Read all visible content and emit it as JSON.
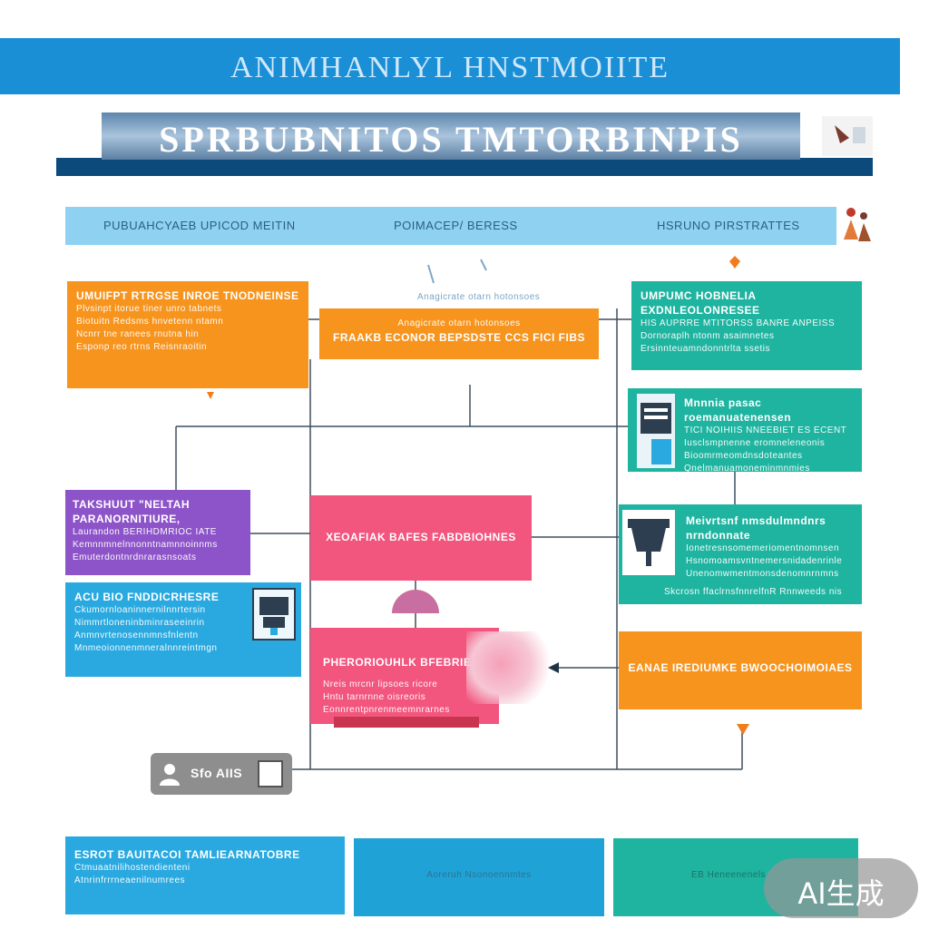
{
  "header": {
    "title": "ANIMHANLYL HNSTMOIITE",
    "subtitle": "SPRBUBNITOS TMTORBINPIS"
  },
  "strip": {
    "left": "PUBUAHCYAEB UPICOD MEITIN",
    "center": "POIMACEP/ BERESS",
    "right": "HSRUNO PIRSTRATTES"
  },
  "boxes": {
    "orange_left": {
      "heading": "UMUIFPT RTRGSE INROE TNODNEINSE",
      "lines": [
        "Plvsinpt itorue tiner unro tabnets",
        "Biotuitn Redsms hnvetenn ntamn",
        "Ncnrr tne ranees rnutna hin",
        "Esponp reo rtrns Reisnraoitin"
      ]
    },
    "orange_center": {
      "heading": "Anagicrate otarn hotonsoes",
      "line": "FRAAKB ECONOR BEPSDSTE CCS FICI FIBS"
    },
    "teal_1": {
      "heading": "UMPUMC HOBNELIA EXDNLEOLONRESEE",
      "lines": [
        "HIS AUPRRE MTITORSS BANRE ANPEISS",
        "Dornoraplh ntonm asaimnetes",
        "Ersinnteuamndonntrlta ssetis"
      ]
    },
    "teal_2": {
      "heading": "Mnnnia pasac roemanuatenensen",
      "lines": [
        "TICI NOIHIIS NNEEBIET ES ECENT",
        "Iusclsmpnenne eromneleneonis",
        "Bioomrmeomdnsdoteantes",
        "Qnelmanuamoneminmnmies"
      ]
    },
    "teal_3": {
      "heading": "Meivrtsnf nmsdulmndnrs nrndonnate",
      "lines": [
        "Ionetresnsomemeriomentnomnsen",
        "Hsnomoamsvntnemersnidadenrinle",
        "Unenomwmentmonsdenomnrnmns"
      ],
      "footer": "Skcrosn ffaclrnsfnnrelfnR Rnnweeds nis"
    },
    "purple": {
      "heading": "TAKSHUUT \"NELTAH PARANORNITIURE,",
      "lines": [
        "Laurandon BERIHDMRIOC IATE",
        "Kemnnmnelnnonntnamnnoinnms",
        "Emuterdontnrdnrarasnsoats"
      ]
    },
    "blue": {
      "heading": "ACU BIO FNDDICRHESRE",
      "lines": [
        "Ckumornloaninnernilnnrtersin",
        "Nimmrtloneninbminraseeinrin",
        "Anmnvrtenosennmnsfnlentn",
        "Mnmeoionnenmneralnnreintmgn"
      ]
    },
    "pink_center": {
      "heading": "XEOAFIAK BAFES FABDBIOHNES"
    },
    "pink_lower": {
      "heading": "PHERORIOUHLK BFEBRIES",
      "lines": [
        "Nreis mrcnr lipsoes ricore",
        "Hntu tarnrnne oisreoris",
        "Eonnrentpnrenmeemnrarnes"
      ]
    },
    "orange_right": {
      "heading": "EANAE IREDIUMKE BWOOCHOIMOIAES"
    }
  },
  "tag": {
    "label": "Sfo AIIS"
  },
  "bottom": {
    "left": {
      "heading": "ESROT BAUITACOI TAMLIEARNATOBRE",
      "lines": [
        "Ctmuaatnilihostendienteni",
        "Atnrinfrrrneaenilnumrees"
      ]
    },
    "center": {
      "heading": "Aoreruh Nsonoennmtes"
    },
    "right": {
      "heading": "EB Heneenenels"
    }
  },
  "watermark": {
    "label": "AI生成"
  },
  "colors": {
    "title_blue": "#1b8fd6",
    "navy": "#0d4a7c",
    "orange": "#f7941d",
    "teal": "#1fb4a0",
    "purple": "#8d54c9",
    "blue": "#29a9e0",
    "pink": "#f2557e"
  }
}
